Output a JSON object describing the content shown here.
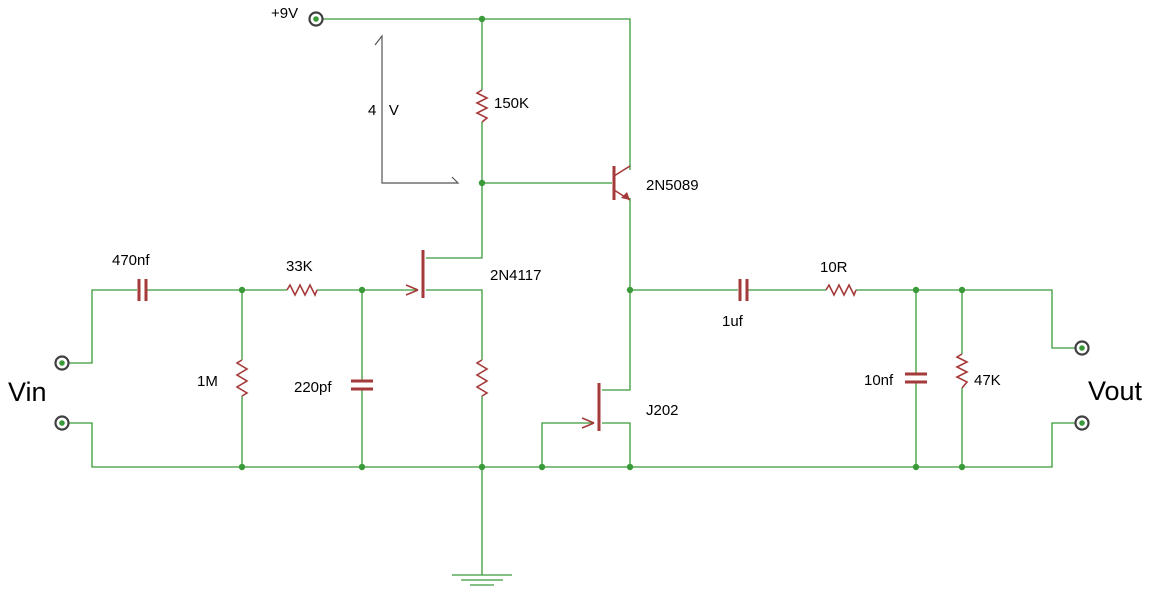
{
  "supply": {
    "label": "+9V"
  },
  "io": {
    "input_label": "Vin",
    "output_label": "Vout"
  },
  "annotation": {
    "voltage_label": "4   V"
  },
  "components": {
    "c_in": {
      "value": "470nf"
    },
    "r_bias": {
      "value": "1M"
    },
    "r_series": {
      "value": "33K"
    },
    "c_filter": {
      "value": "220pf"
    },
    "r_top": {
      "value": "150K"
    },
    "q_bjt": {
      "part": "2N5089"
    },
    "q_jfet1": {
      "part": "2N4117"
    },
    "q_jfet2": {
      "part": "J202"
    },
    "c_out": {
      "value": "1uf"
    },
    "r_out": {
      "value": "10R"
    },
    "c_load": {
      "value": "10nf"
    },
    "r_load": {
      "value": "47K"
    }
  },
  "colors": {
    "wire": "#3a9a3a",
    "component": "#a53a3a",
    "junction": "#3a9a3a",
    "terminal": "#404040",
    "text": "#000000"
  }
}
